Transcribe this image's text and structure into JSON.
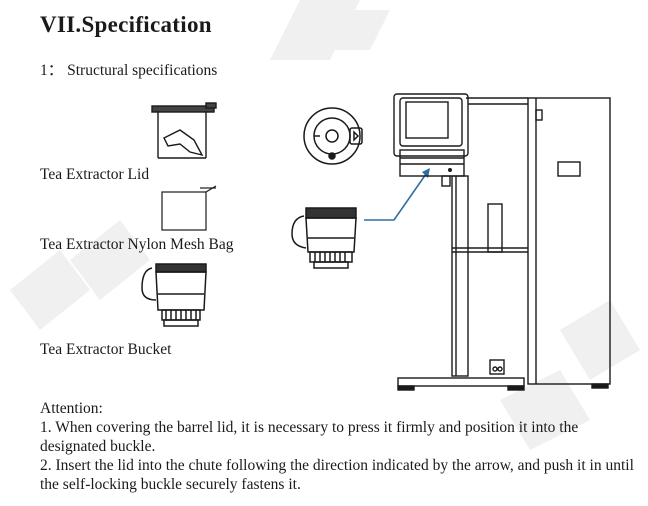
{
  "heading": "VII.Specification",
  "section_title": "1： Structural specifications",
  "parts": {
    "lid": "Tea Extractor Lid",
    "mesh_bag": "Tea Extractor Nylon Mesh Bag",
    "bucket": "Tea Extractor Bucket"
  },
  "attention": {
    "title": "Attention:",
    "note1": "1. When covering the barrel lid, it is necessary to press it firmly and position it into the designated buckle.",
    "note2": "2. Insert the lid into the chute following the direction indicated by the arrow, and push it in until the self-locking buckle securely fastens it."
  },
  "colors": {
    "arrow": "#2f6e9e",
    "line": "#1a1a1a",
    "watermark": "#ececec"
  }
}
